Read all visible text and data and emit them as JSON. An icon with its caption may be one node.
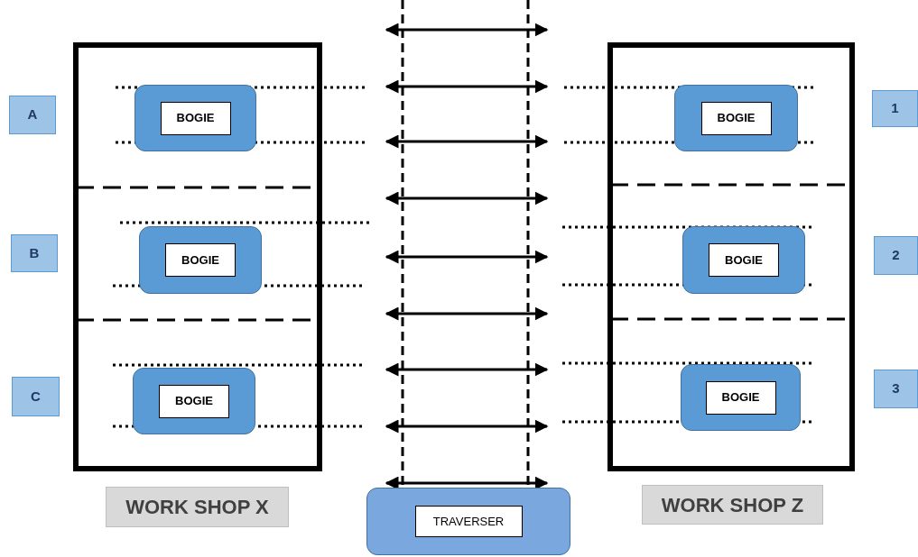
{
  "diagram": {
    "nodes": [
      {
        "text": [],
        "shape": "box"
      },
      {
        "text": [
          "BOGIE"
        ],
        "in": 0
      },
      {
        "text": [
          "BOGIE"
        ],
        "in": 0
      },
      {
        "text": [
          "BOGIE"
        ],
        "in": 0
      },
      {
        "text": [],
        "shape": "box"
      },
      {
        "text": [
          "BOGIE"
        ],
        "in": 4
      },
      {
        "text": [
          "BOGIE"
        ],
        "in": 4
      },
      {
        "text": [
          "BOGIE"
        ],
        "in": 4
      },
      {
        "text": [
          "A"
        ]
      },
      {
        "text": [
          "B"
        ]
      },
      {
        "text": [
          "C"
        ]
      },
      {
        "text": [
          "1"
        ]
      },
      {
        "text": [
          "2"
        ]
      },
      {
        "text": [
          "3"
        ]
      },
      {
        "text": [
          "WORK SHOP X"
        ]
      },
      {
        "text": [
          "WORK SHOP Z"
        ]
      },
      {
        "text": [
          "TRAVERSER"
        ]
      }
    ]
  }
}
